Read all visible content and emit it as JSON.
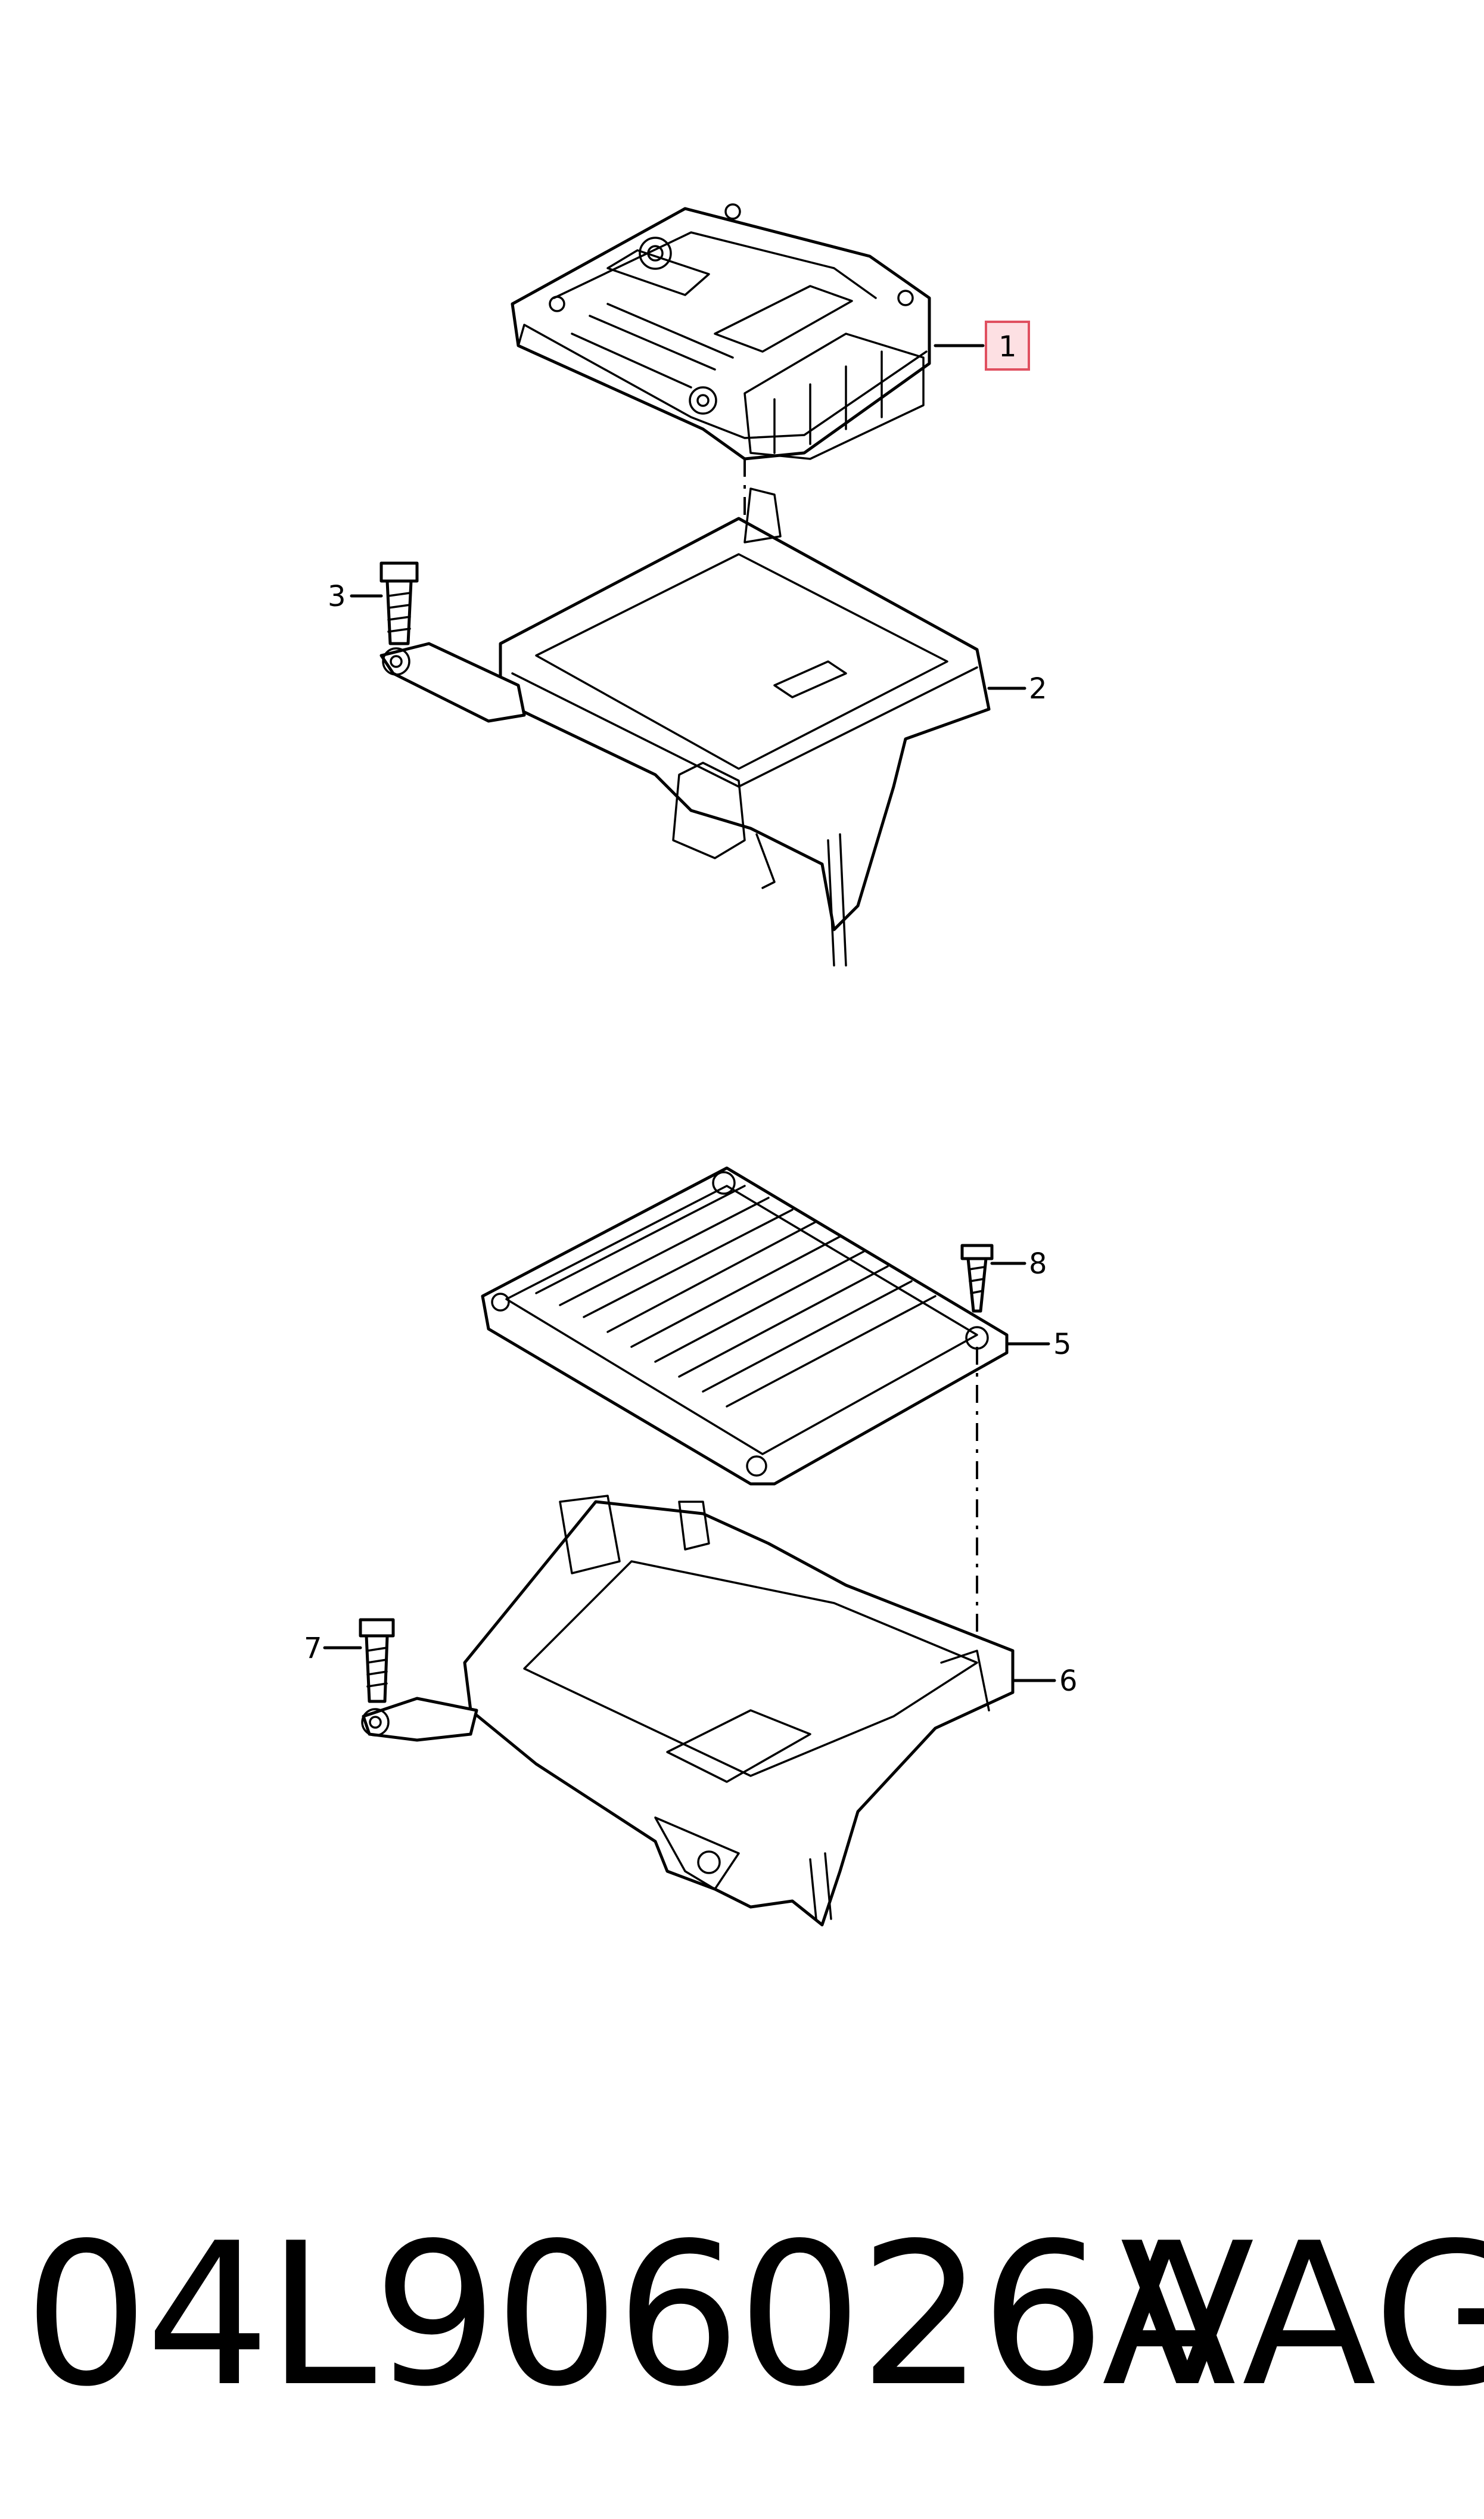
{
  "callouts": {
    "c1": "1",
    "c2": "2",
    "c3": "3",
    "c5": "5",
    "c6": "6",
    "c7": "7",
    "c8": "8"
  },
  "footer": {
    "part_number": "04L906026A",
    "brand": "VAG"
  },
  "colors": {
    "highlight_fill": "#fde0e3",
    "highlight_stroke": "#e05060",
    "line": "#000000"
  }
}
